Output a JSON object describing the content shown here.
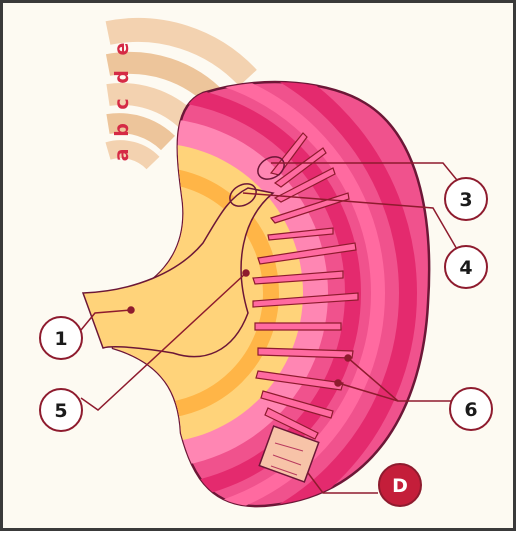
{
  "layer_labels": [
    "a",
    "b",
    "c",
    "d",
    "e"
  ],
  "callouts": {
    "c1": "1",
    "c3": "3",
    "c4": "4",
    "c5": "5",
    "c6": "6",
    "cD": "D"
  },
  "colors": {
    "background": "#fdfaf2",
    "band_light": "#f6dcc0",
    "band_dark": "#edc59b",
    "outer_pink": "#f0528d",
    "outer_stripe": "#e42a6e",
    "inner_pink": "#ff7fae",
    "yellow": "#ffd37a",
    "orange_band": "#ffb547",
    "outline": "#6c1737",
    "callout_line": "#8e1b2e",
    "callout_fill": "#ffffff",
    "d_fill": "#c41e3a"
  }
}
